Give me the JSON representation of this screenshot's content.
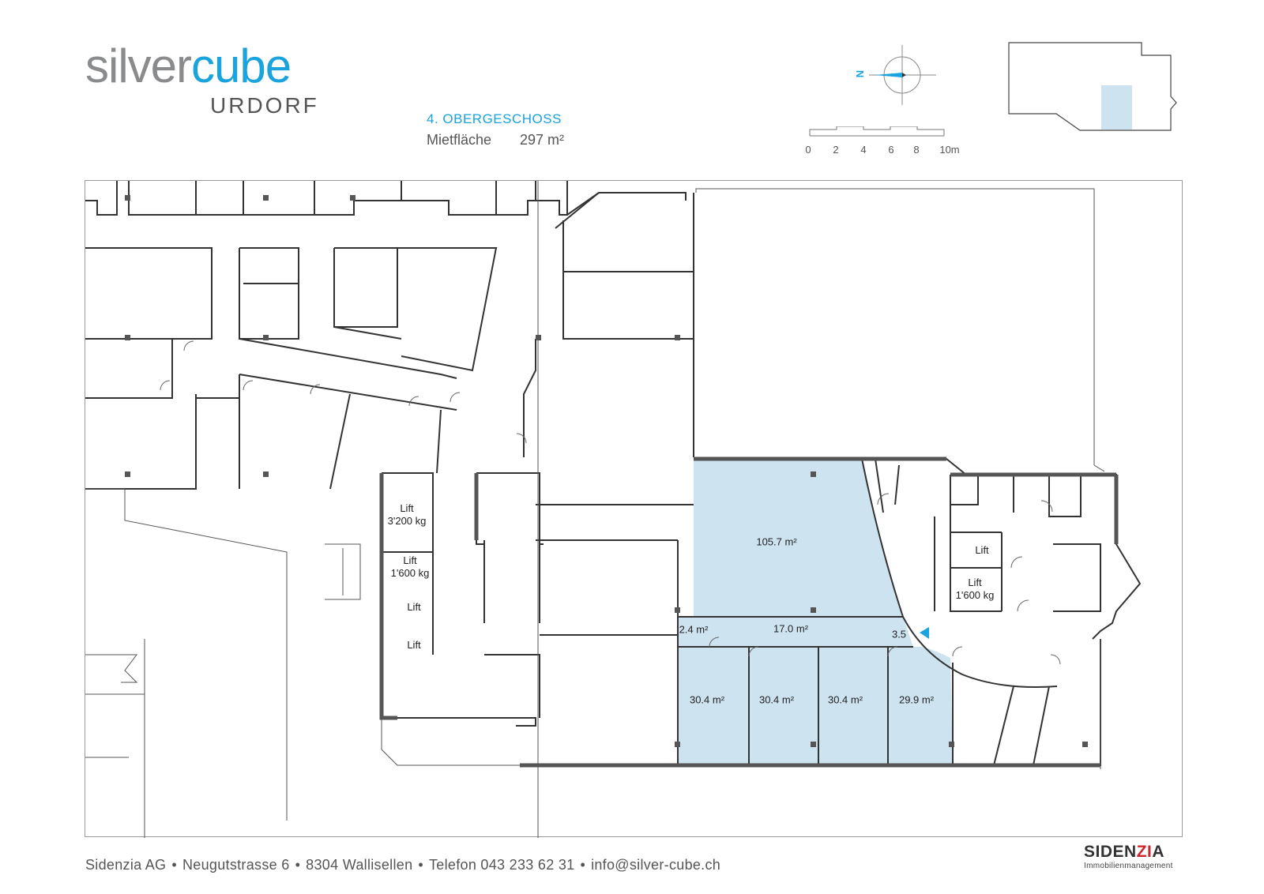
{
  "logo": {
    "word_a": "silver",
    "word_b": "cube",
    "city": "URDORF"
  },
  "header": {
    "floor": "4. OBERGESCHOSS",
    "area_label": "Mietfläche",
    "area_value": "297 m²"
  },
  "compass": {
    "north_label": "N"
  },
  "scale": {
    "ticks": [
      "0",
      "2",
      "4",
      "6",
      "8",
      "10m"
    ]
  },
  "plan": {
    "highlight_color": "#cde3f0",
    "accent_color": "#1aa3dc",
    "rooms": [
      {
        "id": "room-105",
        "label": "105.7 m²"
      },
      {
        "id": "room-17",
        "label": "17.0 m²"
      },
      {
        "id": "room-2-4",
        "label": "2.4 m²"
      },
      {
        "id": "room-3-5",
        "label": "3.5"
      },
      {
        "id": "room-30-4-a",
        "label": "30.4 m²"
      },
      {
        "id": "room-30-4-b",
        "label": "30.4 m²"
      },
      {
        "id": "room-30-4-c",
        "label": "30.4 m²"
      },
      {
        "id": "room-29-9",
        "label": "29.9 m²"
      }
    ],
    "lifts": [
      {
        "line1": "Lift",
        "line2": "3'200 kg"
      },
      {
        "line1": "Lift",
        "line2": "1'600 kg"
      },
      {
        "line1": "Lift",
        "line2": ""
      },
      {
        "line1": "Lift",
        "line2": ""
      },
      {
        "line1": "Lift",
        "line2": ""
      },
      {
        "line1": "Lift",
        "line2": "1'600 kg"
      }
    ]
  },
  "footer": {
    "company": "Sidenzia AG",
    "street": "Neugutstrasse 6",
    "city": "8304 Wallisellen",
    "phone": "Telefon 043 233 62 31",
    "email": "info@silver-cube.ch",
    "separator": "•"
  },
  "brand": {
    "name_a": "SIDEN",
    "name_b": "ZI",
    "name_c": "A",
    "sub": "Immobilienmanagement"
  }
}
